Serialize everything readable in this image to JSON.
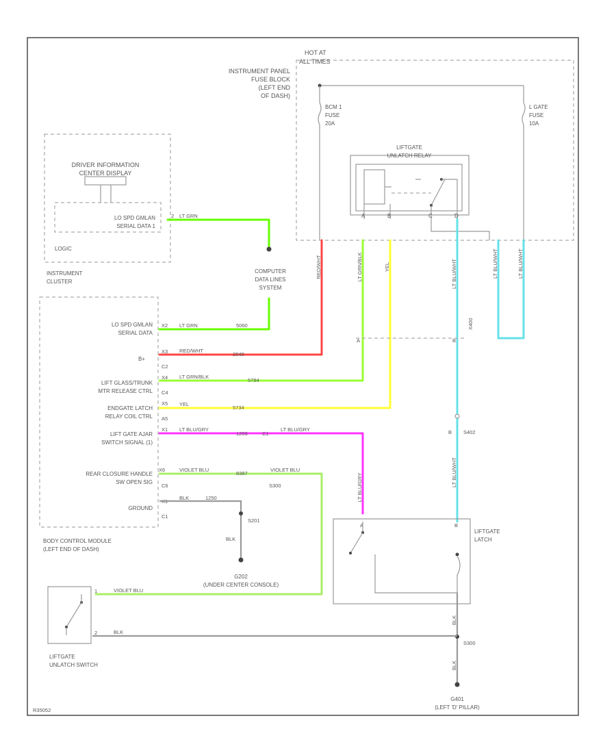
{
  "diagram_code": "R35052",
  "colors": {
    "pink": "#ff33ff",
    "yellow": "#ffff33",
    "green": "#66ff00",
    "lightgreen": "#99ff33",
    "red": "#ff4444",
    "cyan": "#66e0e8",
    "black": "#444444",
    "gray": "#999999"
  },
  "labels": {
    "hot_at": "HOT AT",
    "all_times": "ALL TIMES",
    "ip_fuse_block_1": "INSTRUMENT PANEL",
    "ip_fuse_block_2": "FUSE BLOCK",
    "ip_fuse_block_3": "(LEFT END",
    "ip_fuse_block_4": "OF DASH)",
    "bcm_fuse_1": "BCM 1",
    "bcm_fuse_2": "FUSE",
    "bcm_fuse_3": "20A",
    "lgate_fuse_1": "L GATE",
    "lgate_fuse_2": "FUSE",
    "lgate_fuse_3": "10A",
    "relay_1": "LIFTGATE",
    "relay_2": "UNLATCH RELAY",
    "dic_1": "DRIVER INFORMATION",
    "dic_2": "CENTER DISPLAY",
    "lo_spd_1": "LO SPD GMLAN",
    "lo_spd_2": "SERIAL DATA 1",
    "logic": "LOGIC",
    "cluster_1": "INSTRUMENT",
    "cluster_2": "CLUSTER",
    "splice_1": "COMPUTER",
    "splice_2": "DATA LINES",
    "splice_3": "SYSTEM",
    "bcm_pin1_1": "LO SPD GMLAN",
    "bcm_pin1_2": "SERIAL DATA",
    "bcm_pin2": "B+",
    "bcm_pin3_1": "LIFT GLASS/TRUNK",
    "bcm_pin3_2": "MTR RELEASE CTRL",
    "bcm_pin4_1": "ENDGATE LATCH",
    "bcm_pin4_2": "RELAY COIL CTRL",
    "bcm_pin5_1": "LIFT GATE AJAR",
    "bcm_pin5_2": "SWITCH SIGNAL (1)",
    "bcm_pin6_1": "REAR CLOSURE HANDLE",
    "bcm_pin6_2": "SW OPEN SIG",
    "bcm_pin7": "GROUND",
    "bcm_1": "BODY CONTROL MODULE",
    "bcm_2": "(LEFT END OF DASH)",
    "g202_1": "G202",
    "g202_2": "(UNDER CENTER CONSOLE)",
    "latch_1": "LIFTGATE",
    "latch_2": "LATCH",
    "switch_1": "LIFTGATE",
    "switch_2": "UNLATCH SWITCH",
    "g401_1": "G401",
    "g401_2": "(LEFT 'D' PILLAR)"
  },
  "wires": {
    "lo_spd_ic": "LT GRN",
    "lo_spd_bcm": "LT GRN",
    "lo_spd_bcm_circ": "5060",
    "red": "RED/WHT",
    "red_circ": "2040",
    "green": "LT GRN/BLK",
    "green_circ": "5784",
    "yellow": "YEL",
    "yellow_circ": "5734",
    "pink": "LT BLU/GRY",
    "pink_circ": "1203",
    "pink_b": "LT BLU/GRY",
    "violet": "VIOLET BLU",
    "violet_circ": "8387",
    "violet_b": "VIOLET BLU",
    "gnd": "BLK",
    "gnd_circ": "1250",
    "sw_violet": "VIOLET BLU",
    "sw_blk": "BLK",
    "blk_v": "BLK",
    "vert_red": "RED/WHT",
    "vert_green": "LT GRN/BLK",
    "vert_yel": "YEL",
    "vert_cyan": "LT BLU/WHT",
    "vert_cyan2": "LT BLU/WHT",
    "vert_cyan3": "LT BLU/WHT",
    "vert_pink": "LT BLU/GRY",
    "vert_blk": "BLK",
    "vert_blk2": "BLK"
  },
  "pins": {
    "ic1": "2",
    "bcm1": "X2",
    "bcm2": "X3",
    "bcm2b": "C2",
    "bcm3": "X4",
    "bcm3b": "C4",
    "bcm4": "X5",
    "bcm4b": "A5",
    "bcm5": "X1",
    "bcm6": "X6",
    "bcm6b": "C6",
    "bcm7": "X1",
    "bcm7b": "C1",
    "relay_a": "A",
    "relay_b": "B",
    "relay_c": "C",
    "relay_d": "D",
    "latch_a": "A",
    "latch_b": "B",
    "sw1": "1",
    "sw2": "2",
    "x400": "X400",
    "s201": "S201",
    "s300": "S300",
    "s402": "S402",
    "c1": "C1",
    "j_a": "A",
    "j_b": "B"
  }
}
